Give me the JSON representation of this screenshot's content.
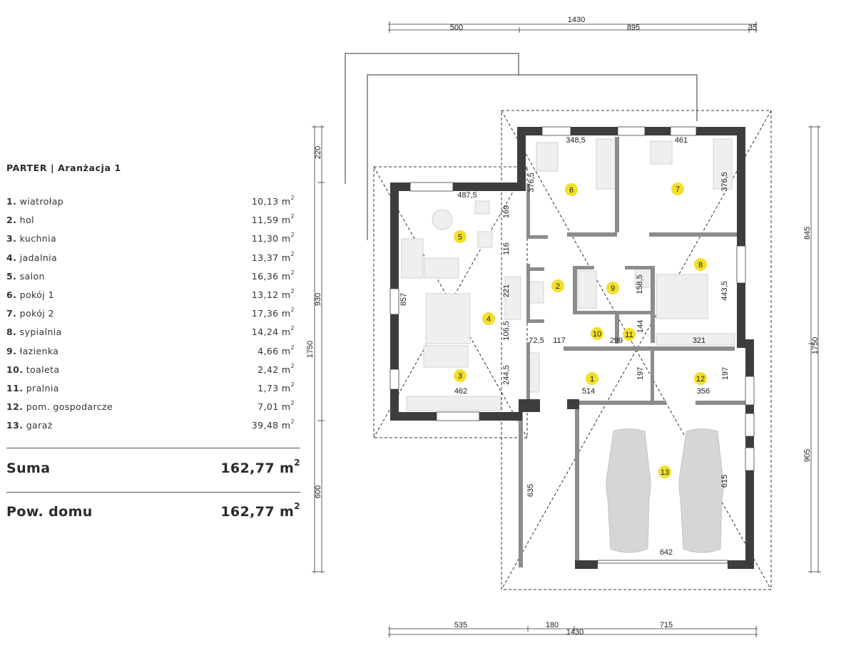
{
  "legend": {
    "title": "PARTER | Aranżacja 1",
    "area_unit": "m",
    "area_exp": "2",
    "rooms": [
      {
        "num": "1.",
        "name": "wiatrołap",
        "area": "10,13"
      },
      {
        "num": "2.",
        "name": "hol",
        "area": "11,59"
      },
      {
        "num": "3.",
        "name": "kuchnia",
        "area": "11,30"
      },
      {
        "num": "4.",
        "name": "jadalnia",
        "area": "13,37"
      },
      {
        "num": "5.",
        "name": "salon",
        "area": "16,36"
      },
      {
        "num": "6.",
        "name": "pokój 1",
        "area": "13,12"
      },
      {
        "num": "7.",
        "name": "pokój 2",
        "area": "17,36"
      },
      {
        "num": "8.",
        "name": "sypialnia",
        "area": "14,24"
      },
      {
        "num": "9.",
        "name": "łazienka",
        "area": "4,66"
      },
      {
        "num": "10.",
        "name": "toaleta",
        "area": "2,42"
      },
      {
        "num": "11.",
        "name": "pralnia",
        "area": "1,73"
      },
      {
        "num": "12.",
        "name": "pom. gospodarcze",
        "area": "7,01"
      },
      {
        "num": "13.",
        "name": "garaż",
        "area": "39,48"
      }
    ],
    "sum": {
      "label": "Suma",
      "value": "162,77 m"
    },
    "house_area": {
      "label": "Pow. domu",
      "value": "162,77 m"
    }
  },
  "colors": {
    "wall": "#3d3d3d",
    "marker": "#f2df2c",
    "line": "#333333",
    "furniture": "#d4d4d4"
  },
  "plan": {
    "top_dims": {
      "total": "1430",
      "parts": [
        "500",
        "895",
        "35"
      ]
    },
    "bottom_dims": {
      "total": "1430",
      "parts": [
        "535",
        "180",
        "715"
      ]
    },
    "left_dims": {
      "total": "1750",
      "parts": [
        "220",
        "930",
        "600"
      ]
    },
    "right_dims": {
      "total": "1750",
      "parts": [
        "845",
        "905"
      ]
    },
    "interior_dims": [
      "348,5",
      "461",
      "487,5",
      "376,5",
      "376,5",
      "169",
      "116",
      "221",
      "857",
      "158,5",
      "443,5",
      "106,5",
      "72,5",
      "117",
      "299",
      "144",
      "321",
      "244,5",
      "462",
      "514",
      "197",
      "356",
      "197",
      "635",
      "615",
      "642"
    ],
    "room_markers": [
      "1",
      "2",
      "3",
      "4",
      "5",
      "6",
      "7",
      "8",
      "9",
      "10",
      "11",
      "12",
      "13"
    ]
  }
}
